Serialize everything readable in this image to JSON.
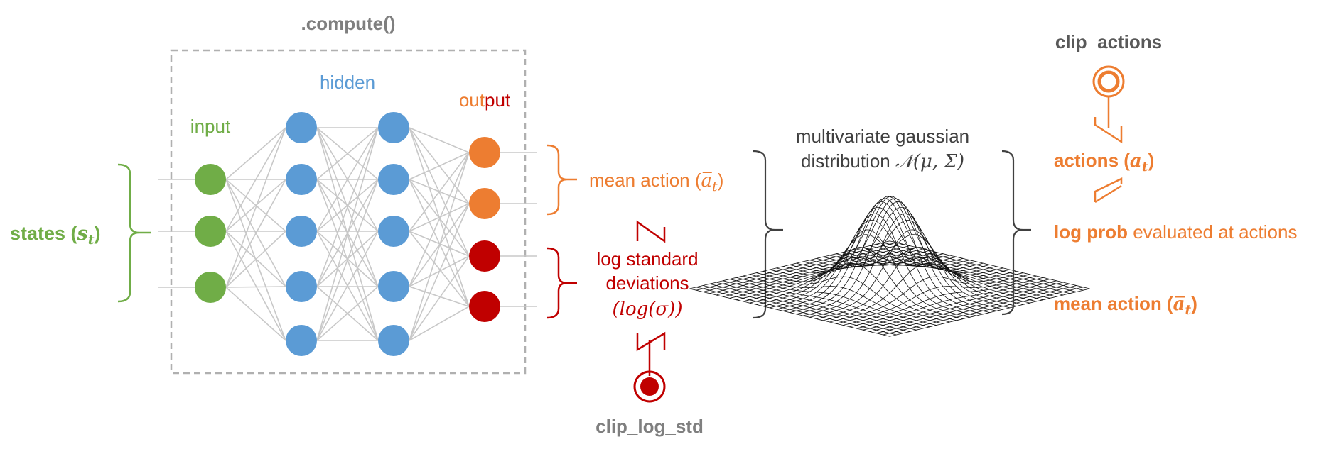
{
  "compute_label": ".compute()",
  "layers": {
    "input": "input",
    "hidden": "hidden",
    "output_part1": "out",
    "output_part2": "put"
  },
  "states": {
    "text": "states (",
    "symbol": "s",
    "subscript": "t",
    "close": ")"
  },
  "mean_action": {
    "text": "mean action (",
    "symbol": "a̅",
    "subscript": "t",
    "close": ")"
  },
  "log_std": {
    "line1": "log standard",
    "line2": "deviations",
    "line3": "(log(σ))"
  },
  "clip_log_std": "clip_log_std",
  "gaussian": {
    "line1": "multivariate gaussian",
    "line2_text": "distribution ",
    "line2_math": "𝒩(μ, Σ)"
  },
  "clip_actions": "clip_actions",
  "actions_out": {
    "text": "actions (",
    "symbol": "a",
    "subscript": "t",
    "close": ")"
  },
  "log_prob": {
    "bold": "log prob",
    "rest": " evaluated at actions"
  },
  "mean_action_out": {
    "text": "mean action (",
    "symbol": "a̅",
    "subscript": "t",
    "close": ")"
  },
  "colors": {
    "green": "#70ad47",
    "blue": "#5b9bd5",
    "orange": "#ed7d31",
    "red": "#c00000",
    "gray": "#7f7f7f",
    "line": "#c8c8c8",
    "dark": "#404040"
  }
}
